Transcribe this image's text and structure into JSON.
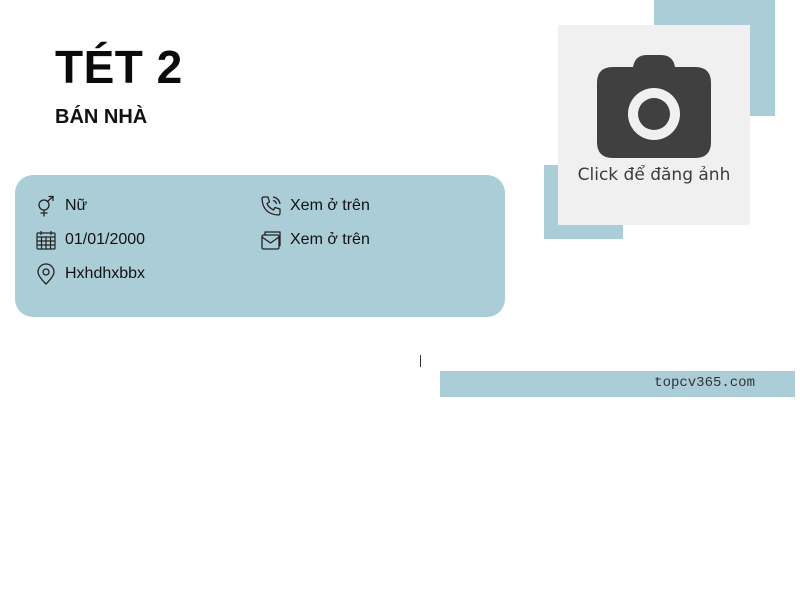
{
  "profile": {
    "name": "TÉT 2",
    "job_title": "BÁN NHÀ"
  },
  "photo": {
    "label": "Click để đăng ảnh",
    "icon": "camera-icon"
  },
  "info": {
    "gender": {
      "icon": "gender-icon",
      "value": "Nữ"
    },
    "phone": {
      "icon": "phone-icon",
      "value": "Xem ở trên"
    },
    "birthday": {
      "icon": "calendar-icon",
      "value": "01/01/2000"
    },
    "email": {
      "icon": "mail-icon",
      "value": "Xem ở trên"
    },
    "address": {
      "icon": "location-pin-icon",
      "value": "Hxhdhxbbx"
    }
  },
  "footer": {
    "brand": "topcv365.com"
  },
  "colors": {
    "accent": "#abcdd8",
    "photo_bg": "#f0f0f0",
    "camera": "#404040",
    "text": "#111111"
  }
}
